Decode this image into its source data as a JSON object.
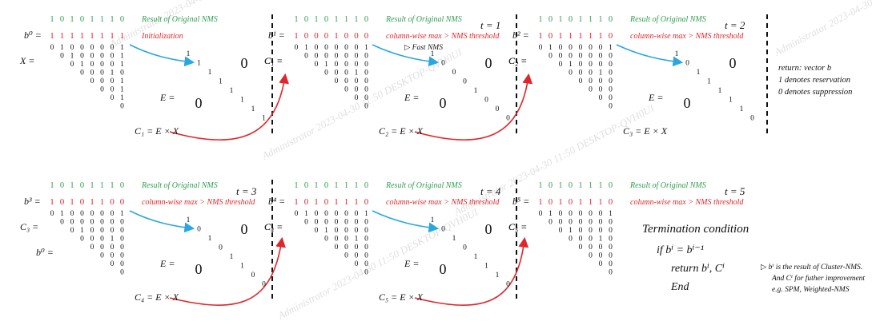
{
  "colors": {
    "green": "#2e9e4f",
    "red": "#e0262c",
    "blue_arrow": "#2ba7e0",
    "black": "#111111"
  },
  "original_nms": [
    "1",
    "0",
    "1",
    "0",
    "1",
    "1",
    "1",
    "0"
  ],
  "watermark": "Administrator 2023-04-30 11:50 DESKTOP-QVH0UI",
  "zero": "0",
  "panels": [
    {
      "b_label": "b⁰ =",
      "b_row": [
        "1",
        "1",
        "1",
        "1",
        "1",
        "1",
        "1",
        "1"
      ],
      "caption": "Initialization",
      "t_label": "",
      "x_label": "X =",
      "note": "",
      "C_label": "C₁ =",
      "e_label": "E =",
      "diag": [
        "1",
        "1",
        "1",
        "1",
        "1",
        "1",
        "1",
        "1"
      ],
      "formula": "C₁ = E × X"
    },
    {
      "b_label": "b¹ =",
      "b_row": [
        "1",
        "0",
        "0",
        "0",
        "1",
        "0",
        "0",
        "0"
      ],
      "caption": "column-wise max > NMS threshold",
      "t_label": "t = 1",
      "x_label": "C₁ =",
      "note": "▷  Fast NMS",
      "C_label": "C₂ =",
      "e_label": "E =",
      "diag": [
        "1",
        "0",
        "0",
        "0",
        "1",
        "0",
        "0",
        "0"
      ],
      "formula": "C₂ = E × X"
    },
    {
      "b_label": "b² =",
      "b_row": [
        "1",
        "0",
        "1",
        "1",
        "1",
        "1",
        "1",
        "0"
      ],
      "caption": "column-wise max > NMS threshold",
      "t_label": "t = 2",
      "x_label": "C₂ =",
      "note": "",
      "C_label": "",
      "e_label": "E =",
      "diag": [
        "1",
        "0",
        "1",
        "1",
        "1",
        "1",
        "1",
        "0"
      ],
      "formula": "C₃ = E × X"
    },
    {
      "b_label": "b³ =",
      "b_row": [
        "1",
        "0",
        "1",
        "0",
        "1",
        "1",
        "0",
        "0"
      ],
      "caption": "column-wise max > NMS threshold",
      "t_label": "t = 3",
      "x_label": "C₃ =",
      "note": "",
      "C_label": "C₄ =",
      "e_label": "E =",
      "diag": [
        "1",
        "0",
        "1",
        "0",
        "1",
        "1",
        "0",
        "0"
      ],
      "formula": "C₄ = E × X"
    },
    {
      "b_label": "b⁴ =",
      "b_row": [
        "1",
        "0",
        "1",
        "0",
        "1",
        "1",
        "1",
        "0"
      ],
      "caption": "column-wise max > NMS threshold",
      "t_label": "t = 4",
      "x_label": "C₄ =",
      "note": "",
      "C_label": "C₅ =",
      "e_label": "E =",
      "diag": [
        "1",
        "0",
        "1",
        "0",
        "1",
        "1",
        "1",
        "0"
      ],
      "formula": "C₅ = E × X"
    },
    {
      "b_label": "b⁵ =",
      "b_row": [
        "1",
        "0",
        "1",
        "0",
        "1",
        "1",
        "1",
        "0"
      ],
      "caption": "column-wise max > NMS threshold",
      "t_label": "t = 5",
      "x_label": "C₅ =",
      "note": "",
      "C_label": "",
      "e_label": "",
      "diag": [],
      "formula": ""
    }
  ],
  "result_label": "Result of Original NMS",
  "b0_extra": "b⁰ =",
  "matrix_rows": [
    [
      "0",
      "1",
      "0",
      "0",
      "0",
      "0",
      "0",
      "1"
    ],
    [
      "0",
      "1",
      "0",
      "0",
      "0",
      "0",
      "1"
    ],
    [
      "0",
      "1",
      "0",
      "0",
      "0",
      "1"
    ],
    [
      "0",
      "0",
      "0",
      "1",
      "0"
    ],
    [
      "0",
      "0",
      "0",
      "1"
    ],
    [
      "0",
      "0",
      "1"
    ],
    [
      "0",
      "1"
    ],
    [
      "0"
    ]
  ],
  "matrix_rows_c": [
    [
      "0",
      "1",
      "0",
      "0",
      "0",
      "0",
      "0",
      "1"
    ],
    [
      "0",
      "0",
      "0",
      "0",
      "0",
      "0",
      "0"
    ],
    [
      "0",
      "1",
      "0",
      "0",
      "0",
      "0"
    ],
    [
      "0",
      "0",
      "0",
      "1",
      "0"
    ],
    [
      "0",
      "0",
      "0",
      "0"
    ],
    [
      "0",
      "0",
      "0"
    ],
    [
      "0",
      "0"
    ],
    [
      "0"
    ]
  ],
  "return_box": {
    "line1": "return: vector b",
    "line2": "1 denotes  reservation",
    "line3": "0 denotes suppression"
  },
  "termination": {
    "title": "Termination condition",
    "if_line": "if  bⁱ = bⁱ⁻¹",
    "return_line": "return  bⁱ, Cⁱ",
    "end_line": "End",
    "note1": "▷  bⁱ is the result of Cluster-NMS.",
    "note2": "And  Cⁱ for futher improvement",
    "note3": "e.g. SPM, Weighted-NMS"
  }
}
